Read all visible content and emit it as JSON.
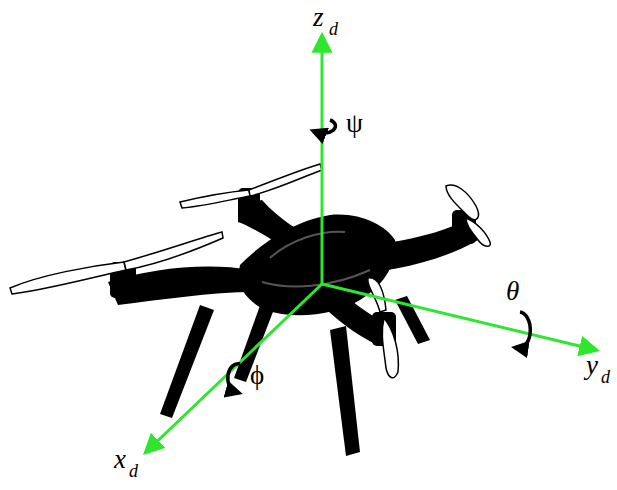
{
  "diagram": {
    "labels": [
      "z",
      "d",
      "ψ",
      "θ",
      "y",
      "d",
      "ϕ",
      "x",
      "d"
    ]
  }
}
